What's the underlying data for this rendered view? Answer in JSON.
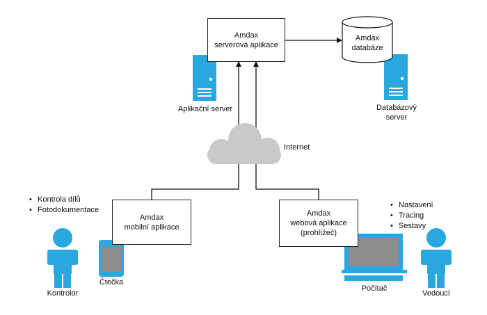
{
  "server_app": {
    "line1": "Amdax",
    "line2": "serverová aplikace"
  },
  "database": {
    "line1": "Amdax",
    "line2": "databáze"
  },
  "app_server": {
    "label": "Aplikační server"
  },
  "db_server": {
    "line1": "Databázový",
    "line2": "server"
  },
  "internet": {
    "label": "Internet"
  },
  "mobile_app": {
    "line1": "Amdax",
    "line2": "mobilní aplikace"
  },
  "web_app": {
    "line1": "Amdax",
    "line2": "webová aplikace",
    "line3": "(prohlížeč)"
  },
  "reader": {
    "label": "Čtečka"
  },
  "computer": {
    "label": "Počítač"
  },
  "controller": {
    "label": "Kontrolor"
  },
  "manager": {
    "label": "Vedoucí"
  },
  "controller_tasks": [
    "Kontrola dílů",
    "Fotodokumentace"
  ],
  "manager_tasks": [
    "Nastavení",
    "Tracing",
    "Sestavy"
  ],
  "colors": {
    "accent": "#29A8E0",
    "cloud": "#C8C9CB",
    "line": "#111111"
  }
}
